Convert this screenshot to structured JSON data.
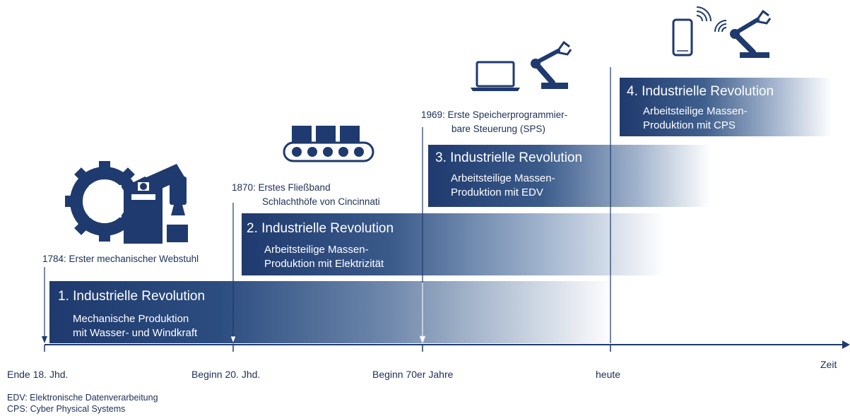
{
  "revolutions": [
    {
      "title": "1. Industrielle Revolution",
      "desc": "Mechanische Produktion\nmit Wasser- und Windkraft"
    },
    {
      "title": "2. Industrielle Revolution",
      "desc": "Arbeitsteilige Massen-\nProduktion mit Elektrizität"
    },
    {
      "title": "3. Industrielle Revolution",
      "desc": "Arbeitsteilige Massen-\nProduktion mit EDV"
    },
    {
      "title": "4. Industrielle Revolution",
      "desc": "Arbeitsteilige Massen-\nProduktion mit CPS"
    }
  ],
  "events": [
    {
      "line1": "1784: Erster mechanischer Webstuhl"
    },
    {
      "line1": "1870: Erstes Fließband",
      "line2": "Schlachthöfe von Cincinnati"
    },
    {
      "line1": "1969: Erste Speicherprogrammier-",
      "line2": "bare Steuerung (SPS)"
    }
  ],
  "timeline": {
    "labels": [
      "Ende 18. Jhd.",
      "Beginn 20. Jhd.",
      "Beginn 70er Jahre",
      "heute"
    ],
    "axis_label": "Zeit"
  },
  "footnotes": [
    "EDV: Elektronische Datenverarbeitung",
    "CPS: Cyber Physical Systems"
  ],
  "icons": [
    "gear-loom-icon",
    "conveyor-belt-icon",
    "laptop-icon",
    "robot-arm-icon",
    "smartphone-icon",
    "wireless-robot-arm-icon"
  ],
  "colors": {
    "primary": "#1f3a6e",
    "text": "#1b2f57",
    "axis": "#1f3a6e"
  }
}
